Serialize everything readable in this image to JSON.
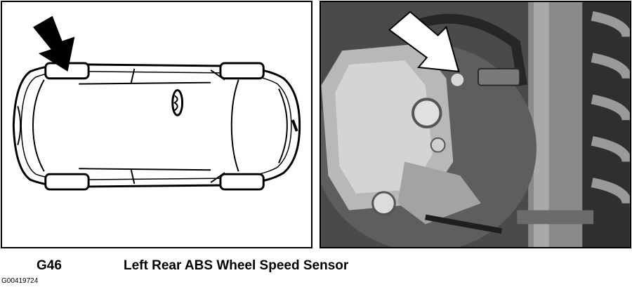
{
  "caption": {
    "code": "G46",
    "name": "Left Rear ABS Wheel Speed Sensor"
  },
  "figure_id": "G00419724",
  "colors": {
    "line": "#000000",
    "paper": "#ffffff",
    "photo_dark": "#2b2b2b",
    "photo_mid": "#6e6e6e",
    "photo_light": "#cfcfcf"
  }
}
